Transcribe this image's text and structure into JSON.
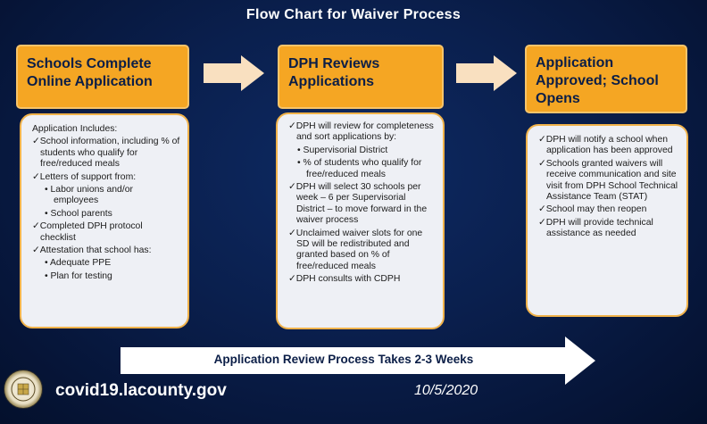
{
  "title": "Flow Chart for Waiver Process",
  "steps": [
    {
      "header": "Schools Complete Online Application",
      "lines": [
        {
          "type": "plain",
          "text": "Application Includes:"
        },
        {
          "type": "check",
          "text": "✓School information, including % of students who qualify for free/reduced meals"
        },
        {
          "type": "check",
          "text": "✓Letters of support from:"
        },
        {
          "type": "bullet",
          "text": "• Labor unions and/or employees"
        },
        {
          "type": "bullet",
          "text": "• School parents"
        },
        {
          "type": "check",
          "text": "✓Completed DPH protocol checklist"
        },
        {
          "type": "check",
          "text": "✓Attestation that school has:"
        },
        {
          "type": "bullet",
          "text": "• Adequate PPE"
        },
        {
          "type": "bullet",
          "text": "• Plan for testing"
        }
      ]
    },
    {
      "header": "DPH Reviews Applications",
      "lines": [
        {
          "type": "check",
          "text": "✓DPH will review for completeness and sort applications by:"
        },
        {
          "type": "bullet",
          "text": "• Supervisorial District"
        },
        {
          "type": "bullet",
          "text": "• % of students who qualify for free/reduced meals"
        },
        {
          "type": "check",
          "text": "✓DPH will select 30 schools per week – 6 per Supervisorial District – to move forward in the waiver process"
        },
        {
          "type": "check",
          "text": "✓Unclaimed waiver slots for one SD will be redistributed and granted based on % of free/reduced meals"
        },
        {
          "type": "check",
          "text": "✓DPH consults with CDPH"
        }
      ]
    },
    {
      "header": "Application Approved; School Opens",
      "lines": [
        {
          "type": "check",
          "text": "✓DPH will notify a school when application has been approved"
        },
        {
          "type": "check",
          "text": "✓Schools granted waivers will receive communication and site visit from DPH School Technical Assistance Team (STAT)"
        },
        {
          "type": "check",
          "text": "✓School may then reopen"
        },
        {
          "type": "check",
          "text": "✓DPH will provide technical assistance as needed"
        }
      ]
    }
  ],
  "timeline": "Application Review Process Takes 2-3 Weeks",
  "footer": {
    "website": "covid19.lacounty.gov",
    "date": "10/5/2020"
  },
  "colors": {
    "header_fill": "#f5a623",
    "content_fill": "#eef0f5",
    "arrow_fill": "#f9e0c0",
    "background": "#0a1f4d"
  }
}
